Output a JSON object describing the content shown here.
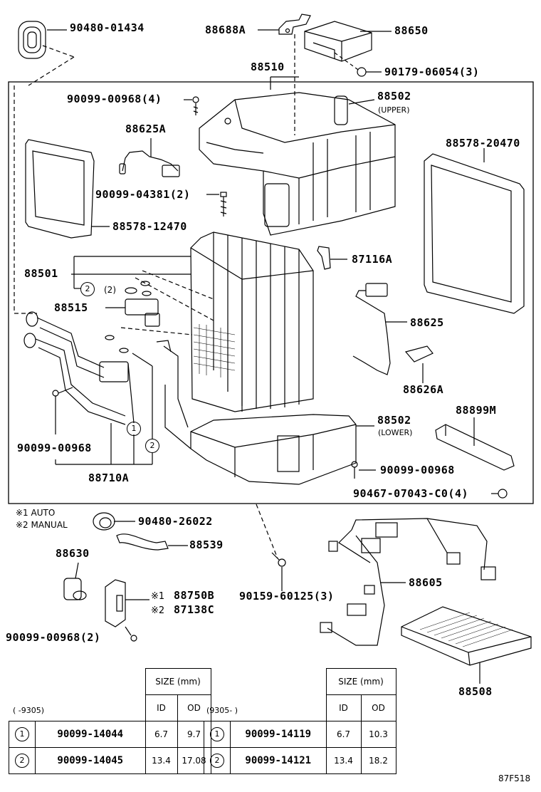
{
  "labels": {
    "p90480_01434": "90480-01434",
    "p88688A": "88688A",
    "p88650": "88650",
    "p90179": "90179-06054(3)",
    "p88510": "88510",
    "p90099_00968_4": "90099-00968(4)",
    "p88502_upper": "88502",
    "upper": "(UPPER)",
    "p88625A": "88625A",
    "p88578_20470": "88578-20470",
    "p90099_04381": "90099-04381(2)",
    "p88578_12470": "88578-12470",
    "p87116A": "87116A",
    "p88501": "88501",
    "circ2_small": "2",
    "x2": "(2)",
    "p88515": "88515",
    "p88625": "88625",
    "p88626A": "88626A",
    "p88502_lower": "88502",
    "lower": "(LOWER)",
    "p88899M": "88899M",
    "circ1": "1",
    "circ2": "2",
    "p90099_00968_a": "90099-00968",
    "p90099_00968_b": "90099-00968",
    "p88710A": "88710A",
    "p90467": "90467-07043-C0(4)",
    "note1": "※1 AUTO",
    "note2": "※2 MANUAL",
    "p90480_26022": "90480-26022",
    "p88539": "88539",
    "p88630": "88630",
    "p88605": "88605",
    "p88750B": "88750B",
    "p87138C": "87138C",
    "mark1": "※1",
    "mark2": "※2",
    "p90159": "90159-60125(3)",
    "p90099_00968_2": "90099-00968(2)",
    "p88508": "88508"
  },
  "table_left": {
    "range": "(      -9305)",
    "size_header": "SIZE (mm)",
    "col_id": "ID",
    "col_od": "OD",
    "rows": [
      {
        "no": "1",
        "part": "90099-14044",
        "id": "6.7",
        "od": "9.7"
      },
      {
        "no": "2",
        "part": "90099-14045",
        "id": "13.4",
        "od": "17.08"
      }
    ]
  },
  "table_right": {
    "range": "(9305-      )",
    "size_header": "SIZE (mm)",
    "col_id": "ID",
    "col_od": "OD",
    "rows": [
      {
        "no": "1",
        "part": "90099-14119",
        "id": "6.7",
        "od": "10.3"
      },
      {
        "no": "2",
        "part": "90099-14121",
        "id": "13.4",
        "od": "18.2"
      }
    ]
  },
  "diagram_code": "87F518"
}
